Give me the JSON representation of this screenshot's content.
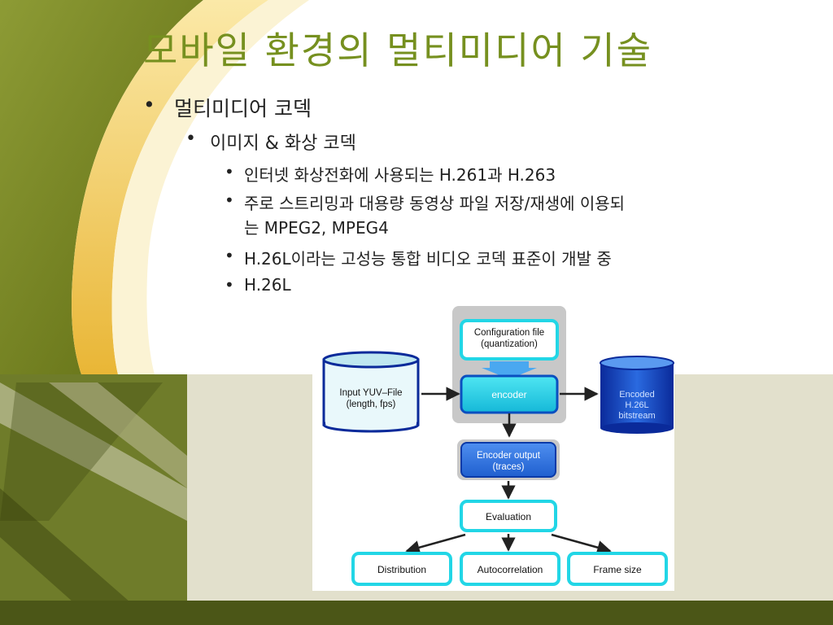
{
  "slide": {
    "title": "모바일 환경의 멀티미디어 기술",
    "bullets": [
      {
        "level": 1,
        "text": "멀티미디어 코덱"
      },
      {
        "level": 2,
        "text": "이미지 & 화상 코덱"
      },
      {
        "level": 3,
        "text": "인터넷 화상전화에 사용되는 H.261과 H.263"
      },
      {
        "level": 3,
        "text": "주로 스트리밍과 대용량 동영상 파일 저장/재생에 이용되",
        "continuation": "는 MPEG2, MPEG4"
      },
      {
        "level": 3,
        "text": "H.26L이라는 고성능 통합 비디오 코덱 표준이 개발 중"
      },
      {
        "level": 3,
        "text": "H.26L"
      }
    ]
  },
  "diagram": {
    "input": {
      "line1": "Input YUV–File",
      "line2": "(length, fps)"
    },
    "config": {
      "line1": "Configuration file",
      "line2": "(quantization)"
    },
    "encoder": "encoder",
    "output": {
      "line1": "Encoded",
      "line2": "H.26L",
      "line3": "bitstream"
    },
    "encoder_output": {
      "line1": "Encoder output",
      "line2": "(traces)"
    },
    "evaluation": "Evaluation",
    "results": [
      "Distribution",
      "Autocorrelation",
      "Frame size"
    ]
  },
  "colors": {
    "title": "#76901f",
    "olive": "#6b7a1f",
    "accent_yellow": "#f1c94a",
    "cyan_border": "#22d6e6",
    "blue_fill": "#2f74d8"
  }
}
